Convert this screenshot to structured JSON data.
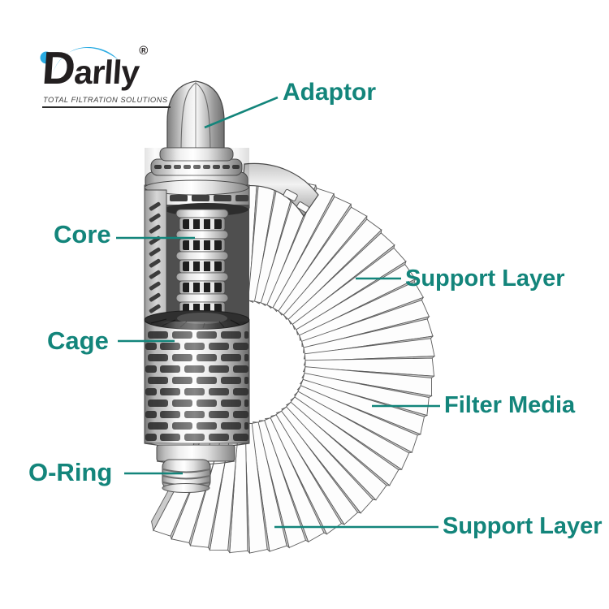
{
  "logo": {
    "brand": "Darlly",
    "registered_mark": "®",
    "tagline": "TOTAL FILTRATION SOLUTIONS"
  },
  "diagram": {
    "labels": {
      "adaptor": "Adaptor",
      "core": "Core",
      "cage": "Cage",
      "o_ring": "O-Ring",
      "support_layer_top": "Support Layer",
      "filter_media": "Filter Media",
      "support_layer_bottom": "Support Layer"
    },
    "colors": {
      "label_teal": "#13857b",
      "logo_blue": "#29abe2",
      "logo_dark": "#231f20",
      "line_art_gray": "#4a4a4a"
    }
  }
}
